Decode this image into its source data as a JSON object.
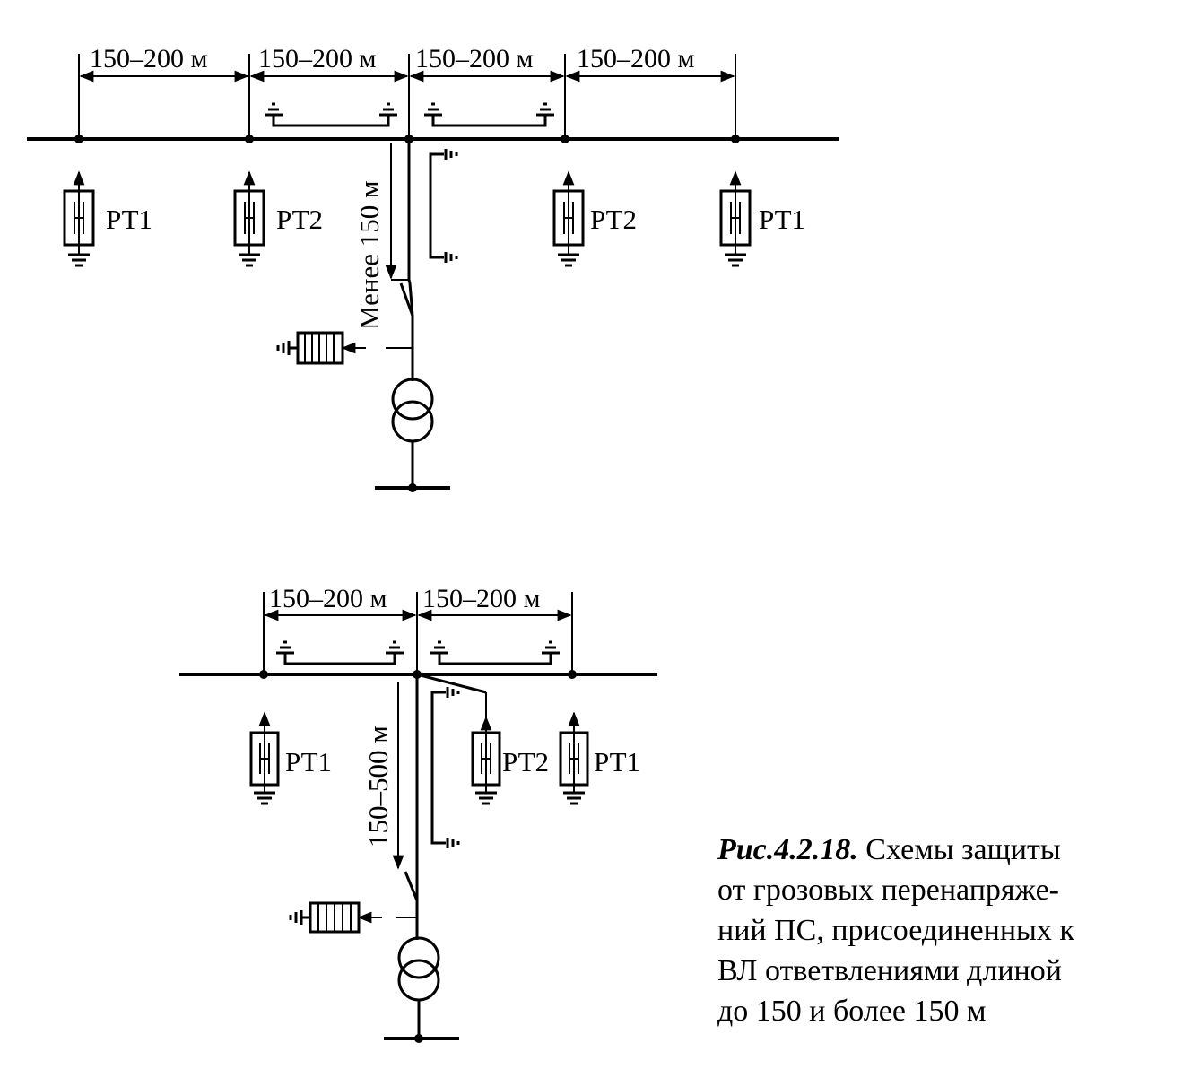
{
  "scheme_top": {
    "spans": [
      "150–200 м",
      "150–200 м",
      "150–200 м",
      "150–200 м"
    ],
    "arresters": [
      "РТ1",
      "РТ2",
      "РТ2",
      "РТ1"
    ],
    "branch_length": "Менее 150 м"
  },
  "scheme_bottom": {
    "spans": [
      "150–200 м",
      "150–200 м"
    ],
    "arresters": [
      "РТ1",
      "РТ2",
      "РТ1"
    ],
    "branch_length": "150–500 м"
  },
  "caption": {
    "figure_number": "Рис.4.2.18.",
    "lines": [
      "Схемы защиты",
      "от грозовых перенапряже-",
      "ний ПС, присоединенных к",
      "ВЛ ответвлениями длиной",
      "до 150 и более 150 м"
    ]
  }
}
